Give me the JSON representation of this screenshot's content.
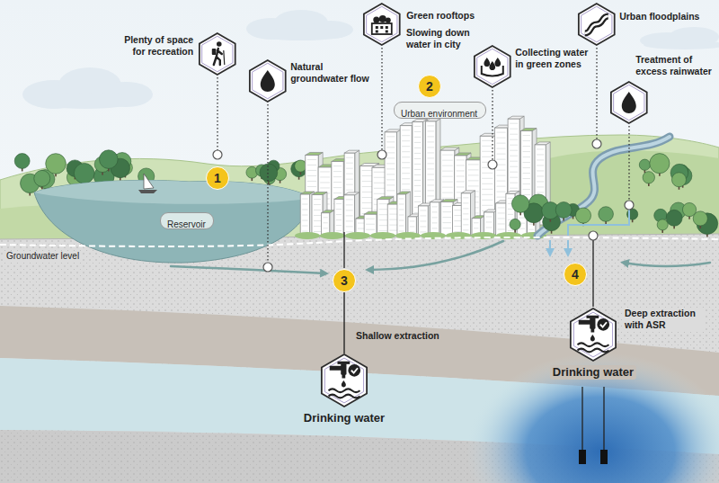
{
  "diagram": {
    "nodes": [
      {
        "text": [
          "Plenty of space for recreation"
        ]
      },
      {
        "text": [
          "Natural groundwater flow"
        ]
      },
      {
        "text": [
          "Green rooftops"
        ]
      },
      {
        "text": [
          "Collecting water in green zones"
        ]
      },
      {
        "text": [
          "Urban floodplains"
        ]
      },
      {
        "text": [
          "Treatment of excess rainwater"
        ]
      },
      {
        "text": [
          "2"
        ]
      },
      {
        "text": [
          "Urban environment"
        ]
      },
      {
        "text": [
          "1"
        ]
      },
      {
        "text": [
          "Reservoir"
        ]
      },
      {
        "text": [
          "3"
        ]
      },
      {
        "text": [
          "4"
        ]
      },
      {
        "text": [
          "Drinking water"
        ]
      },
      {
        "text": [
          "Deep extraction with ASR",
          "Drinking water"
        ]
      }
    ],
    "edges": [
      {
        "from": 10,
        "to": 12,
        "label": "Shallow extraction",
        "arrow": "none"
      }
    ],
    "labels": [
      "Slowing down water in city",
      "Groundwater level"
    ]
  }
}
